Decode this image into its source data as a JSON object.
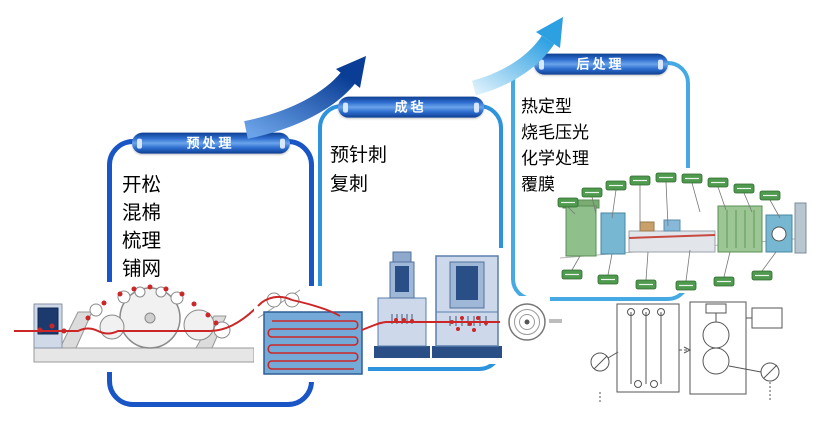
{
  "panels": [
    {
      "title": "预处理",
      "lines": [
        "开松",
        "混棉",
        "梳理",
        "铺网"
      ]
    },
    {
      "title": "成毡",
      "lines": [
        "预针刺",
        "复刺"
      ]
    },
    {
      "title": "后处理",
      "lines": [
        "热定型",
        "烧毛压光",
        "化学处理",
        "覆膜"
      ]
    }
  ],
  "colors": {
    "panel_border_1": "#1a55c6",
    "panel_border_2": "#2d93dd",
    "panel_border_3": "#45aae4",
    "pill_navy": "#0d3f92",
    "pill_highlight": "#6aa4ea",
    "arrow_dark": "#0a3e96",
    "arrow_light": "#2da0e2",
    "thread_red": "#cc2626"
  }
}
